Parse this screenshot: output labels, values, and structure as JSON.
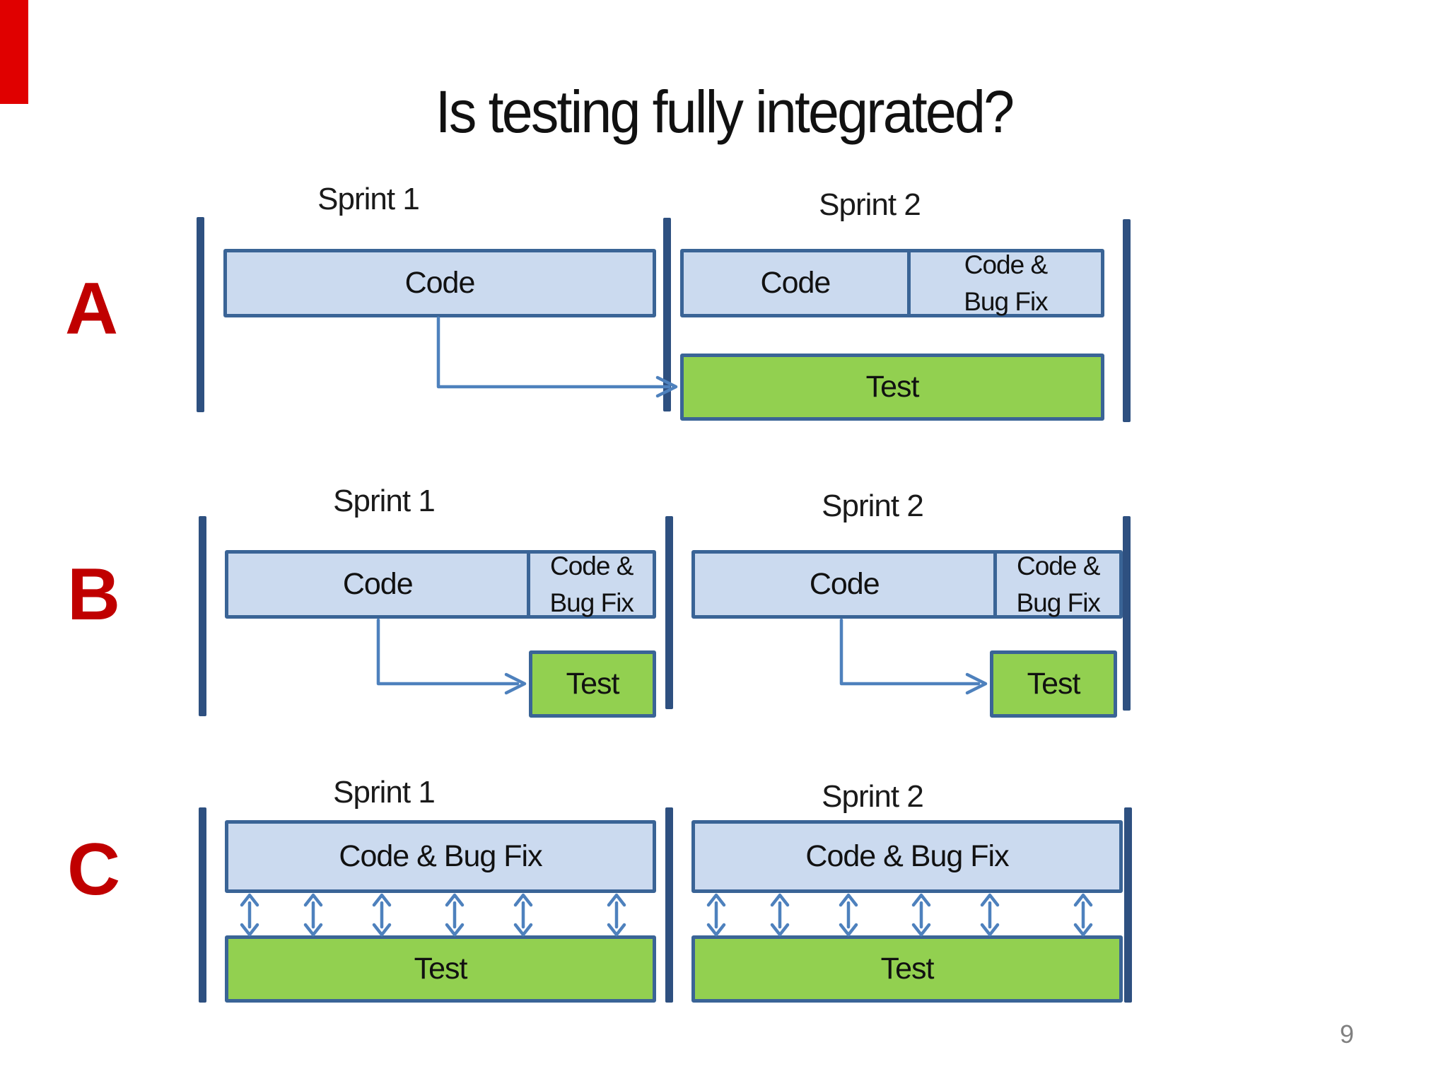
{
  "slide": {
    "title": "Is testing fully integrated?",
    "page_number": "9"
  },
  "labels": {
    "sprint1": "Sprint 1",
    "sprint2": "Sprint 2",
    "code": "Code",
    "code_and_line1": "Code &",
    "code_and_line2": "Bug Fix",
    "code_bug_fix": "Code & Bug Fix",
    "test": "Test"
  },
  "rows": [
    {
      "letter": "A"
    },
    {
      "letter": "B"
    },
    {
      "letter": "C"
    }
  ],
  "colors": {
    "box_fill": "#CBDAEF",
    "box_border": "#3A6496",
    "bracket": "#2E5080",
    "test_green": "#92D050",
    "arrow_blue": "#4E81BD",
    "row_letter_red": "#C00000",
    "corner_bar_red": "#E00000",
    "page_number_gray": "#808080",
    "title_black": "#111111"
  }
}
